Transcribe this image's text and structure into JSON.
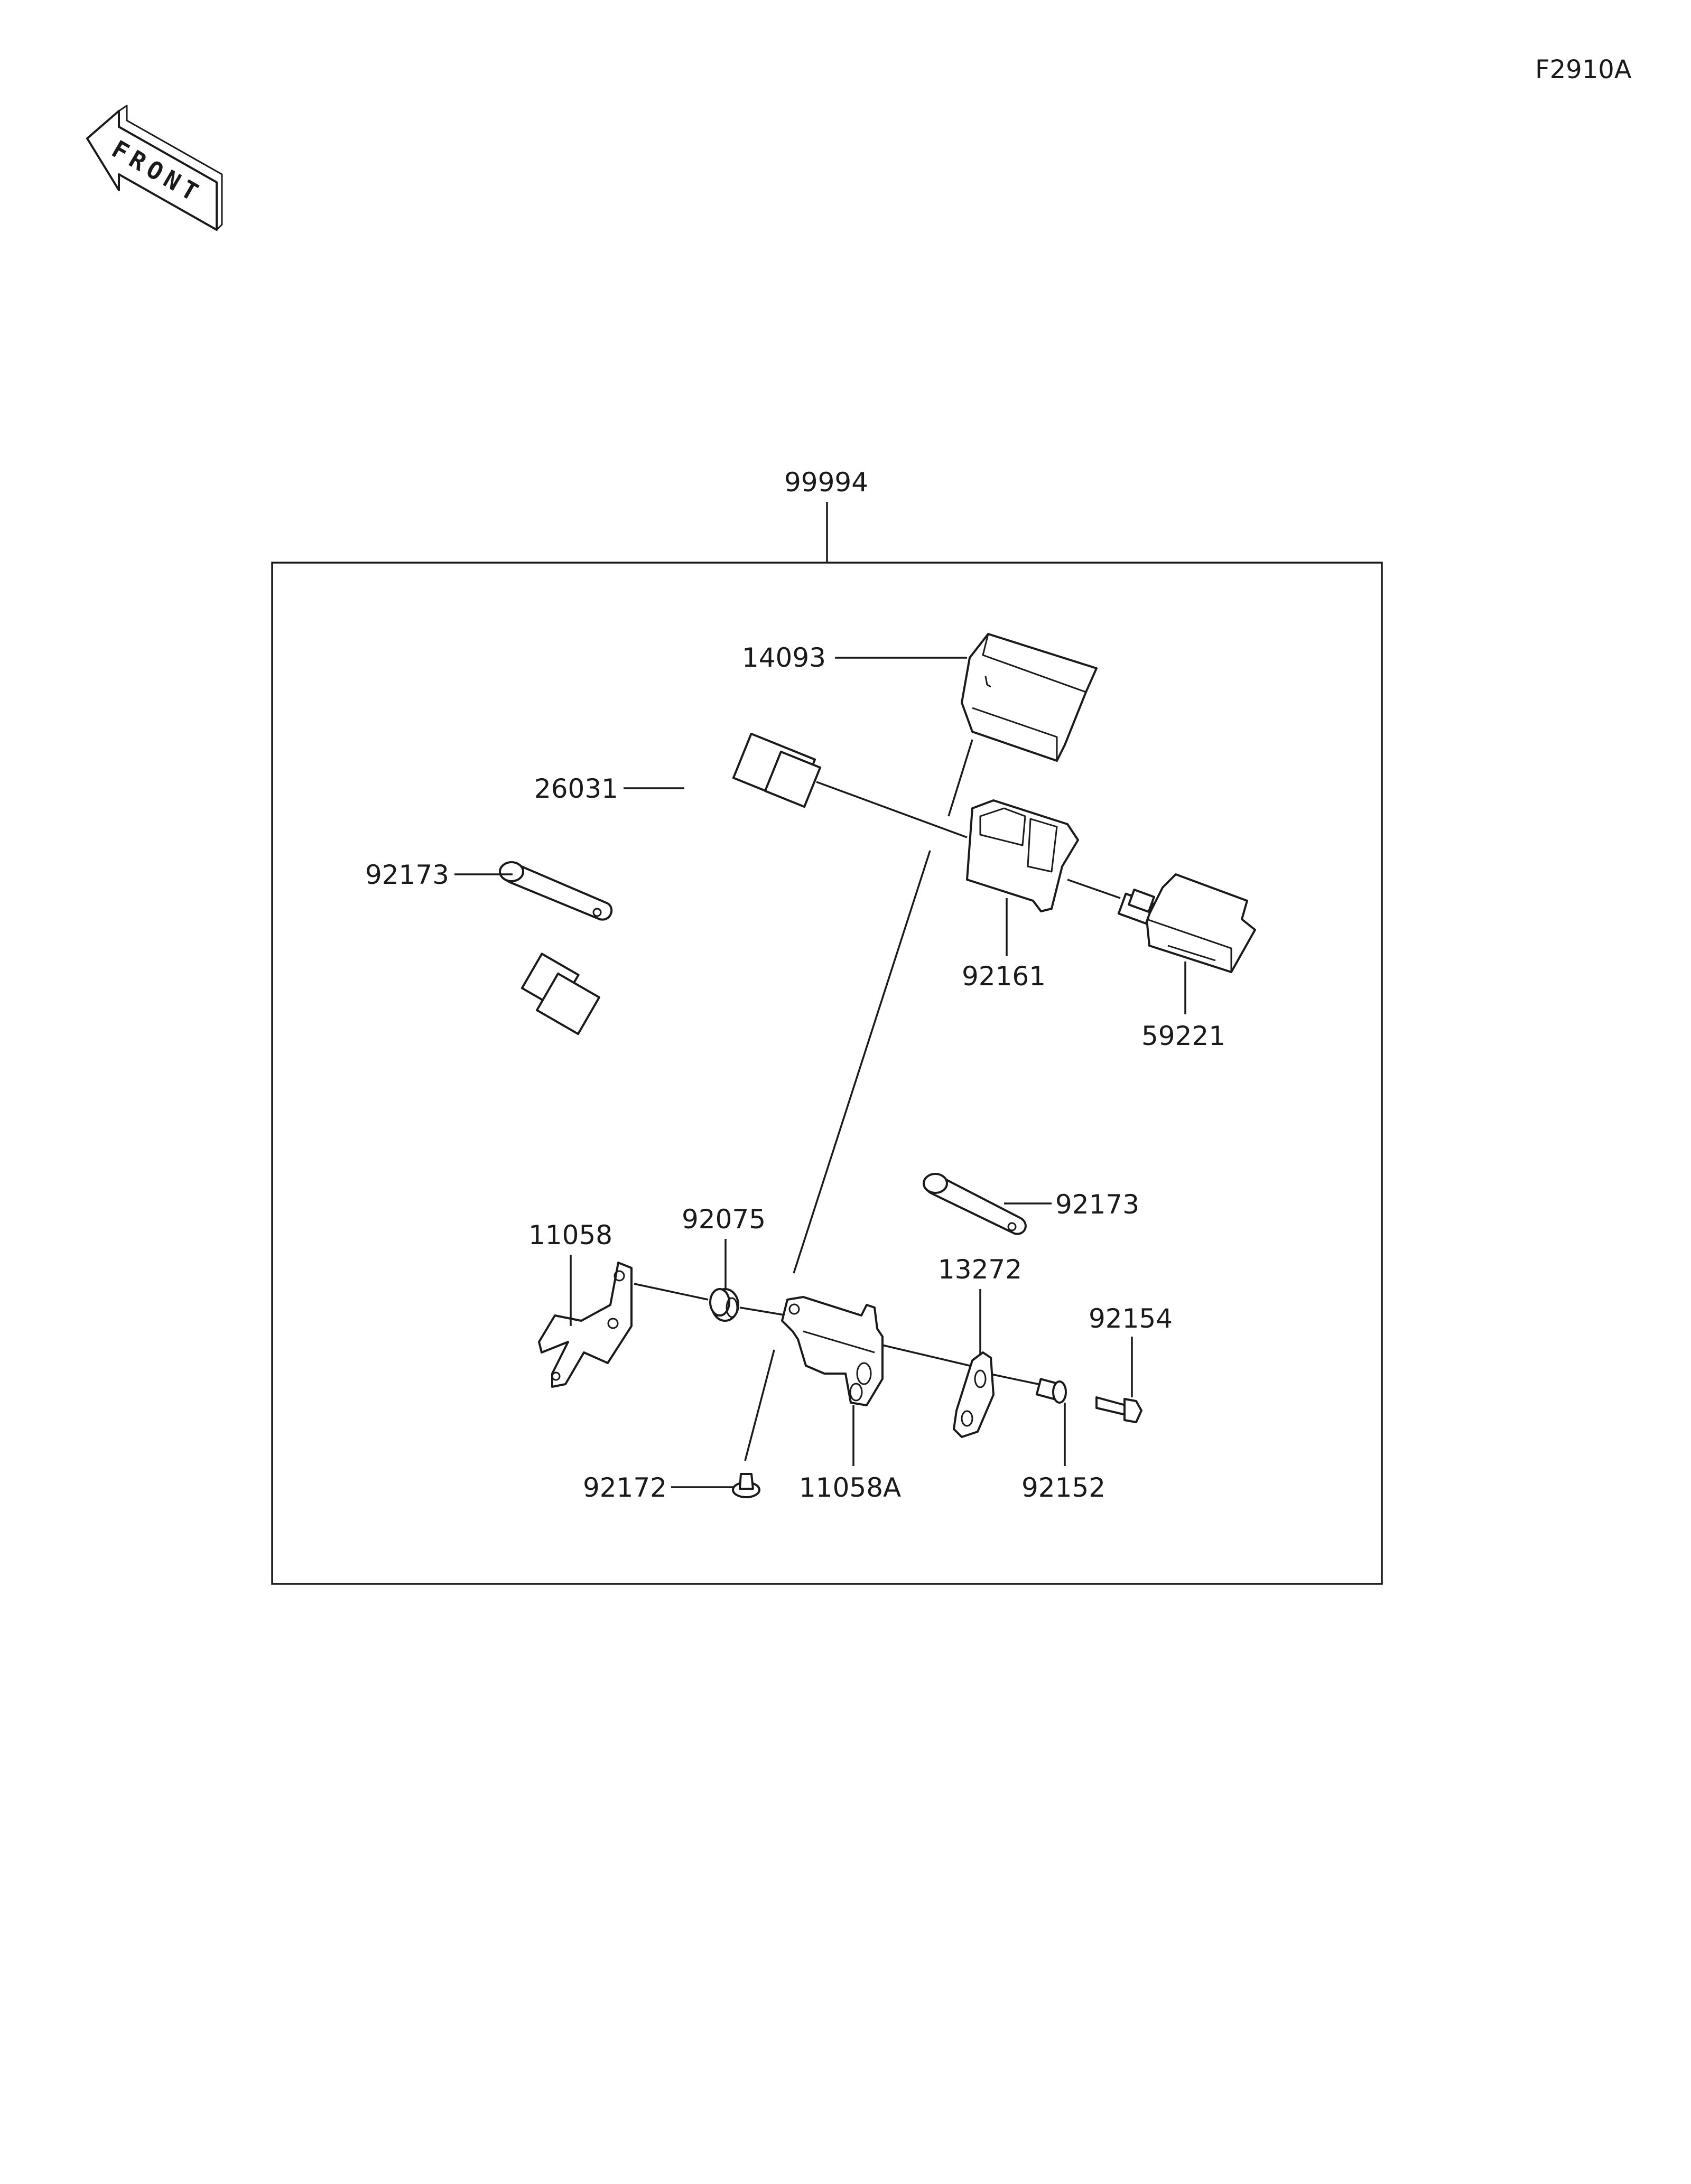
{
  "diagram_code": "F2910A",
  "front_label": "FRONT",
  "parts": {
    "kit": "99994",
    "cover": "14093",
    "harness": "26031",
    "band_upper": "92173",
    "holder": "92161",
    "unit": "59221",
    "band_lower": "92173",
    "bracket": "11058",
    "damper": "92075",
    "plate": "13272",
    "bolt": "92154",
    "screw": "92172",
    "bracket_a": "11058A",
    "collar": "92152"
  }
}
